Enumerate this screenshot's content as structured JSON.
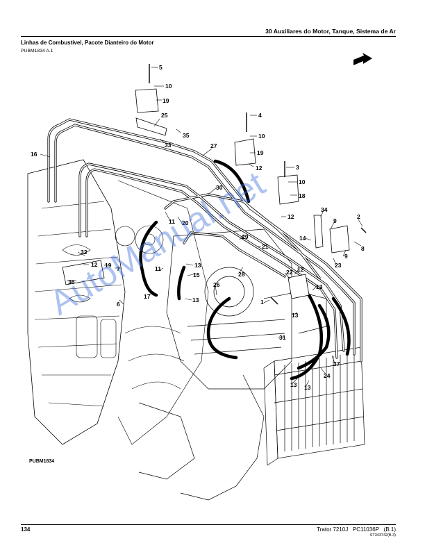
{
  "header": {
    "section_title": "30 Auxiliares do Motor, Tanque, Sistema de Ar",
    "page_title": "Linhas de Combustível, Pacote Dianteiro do Motor",
    "figure_ref": "PUBM1834 A.1"
  },
  "figure": {
    "figure_label": "PUBM1834",
    "watermark": "AutoManual.net",
    "callouts": [
      "5",
      "10",
      "19",
      "25",
      "35",
      "33",
      "4",
      "10",
      "19",
      "12",
      "3",
      "10",
      "18",
      "16",
      "27",
      "30",
      "11",
      "20",
      "12",
      "21",
      "29",
      "34",
      "2",
      "9",
      "8",
      "14",
      "9",
      "23",
      "32",
      "12",
      "19",
      "7",
      "36",
      "11",
      "13",
      "15",
      "28",
      "22",
      "12",
      "13",
      "6",
      "17",
      "13",
      "26",
      "1",
      "13",
      "31",
      "37",
      "24",
      "13",
      "13"
    ]
  },
  "footer": {
    "page_number": "134",
    "product": "Trator 7210J",
    "catalog": "PC11036P",
    "revision": "(B.1)",
    "doc_code": "ST343742(B.3)"
  }
}
